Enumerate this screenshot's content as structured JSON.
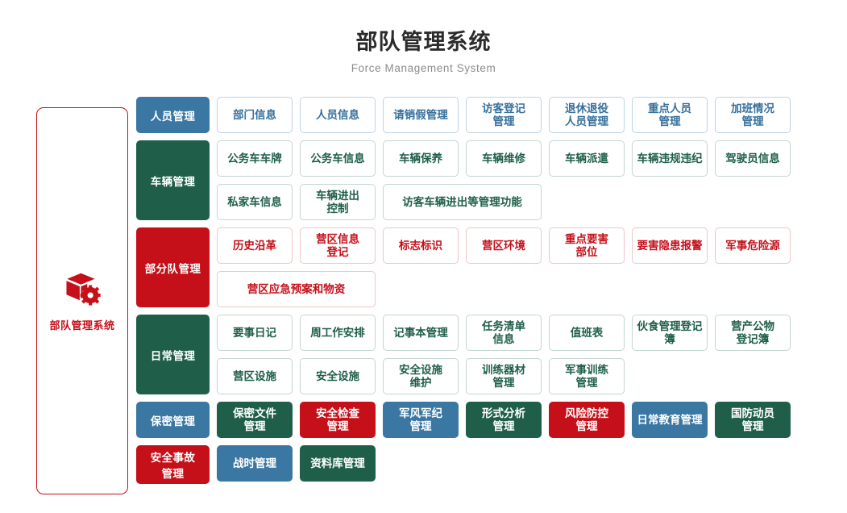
{
  "header": {
    "title": "部队管理系统",
    "subtitle": "Force Management System"
  },
  "brand": {
    "icon": "cube-gear-icon",
    "label": "部队管理系统",
    "border_color": "#c5101a",
    "text_color": "#c5101a"
  },
  "palette": {
    "blue": "#3a77a3",
    "green": "#1f5f4a",
    "red": "#c5101a",
    "blue_outline": "#bcd4e4",
    "green_outline": "#c3d6cf",
    "red_outline": "#f0c4c7"
  },
  "sections": [
    {
      "head": "人员管理",
      "head_color": "#3a77a3",
      "rows": [
        [
          {
            "label": "部门信息",
            "style": "outline-blue"
          },
          {
            "label": "人员信息",
            "style": "outline-blue"
          },
          {
            "label": "请销假管理",
            "style": "outline-blue"
          },
          {
            "label": "访客登记\n管理",
            "style": "outline-blue"
          },
          {
            "label": "退休退役\n人员管理",
            "style": "outline-blue"
          },
          {
            "label": "重点人员\n管理",
            "style": "outline-blue"
          },
          {
            "label": "加班情况\n管理",
            "style": "outline-blue"
          }
        ]
      ]
    },
    {
      "head": "车辆管理",
      "head_color": "#1f5f4a",
      "rows": [
        [
          {
            "label": "公务车车牌",
            "style": "outline-green"
          },
          {
            "label": "公务车信息",
            "style": "outline-green"
          },
          {
            "label": "车辆保养",
            "style": "outline-green"
          },
          {
            "label": "车辆维修",
            "style": "outline-green"
          },
          {
            "label": "车辆派遣",
            "style": "outline-green"
          },
          {
            "label": "车辆违规违纪",
            "style": "outline-green"
          },
          {
            "label": "驾驶员信息",
            "style": "outline-green"
          }
        ],
        [
          {
            "label": "私家车信息",
            "style": "outline-green"
          },
          {
            "label": "车辆进出\n控制",
            "style": "outline-green"
          },
          {
            "label": "访客车辆进出等管理功能",
            "style": "outline-green",
            "span": 2
          }
        ]
      ]
    },
    {
      "head": "部分队管理",
      "head_color": "#c5101a",
      "rows": [
        [
          {
            "label": "历史沿革",
            "style": "outline-red"
          },
          {
            "label": "营区信息\n登记",
            "style": "outline-red"
          },
          {
            "label": "标志标识",
            "style": "outline-red"
          },
          {
            "label": "营区环境",
            "style": "outline-red"
          },
          {
            "label": "重点要害\n部位",
            "style": "outline-red"
          },
          {
            "label": "要害隐患报警",
            "style": "outline-red"
          },
          {
            "label": "军事危险源",
            "style": "outline-red"
          }
        ],
        [
          {
            "label": "营区应急预案和物资",
            "style": "outline-red",
            "span": 2
          }
        ]
      ]
    },
    {
      "head": "日常管理",
      "head_color": "#1f5f4a",
      "rows": [
        [
          {
            "label": "要事日记",
            "style": "outline-green"
          },
          {
            "label": "周工作安排",
            "style": "outline-green"
          },
          {
            "label": "记事本管理",
            "style": "outline-green"
          },
          {
            "label": "任务清单\n信息",
            "style": "outline-green"
          },
          {
            "label": "值班表",
            "style": "outline-green"
          },
          {
            "label": "伙食管理登记簿",
            "style": "outline-green"
          },
          {
            "label": "营产公物\n登记簿",
            "style": "outline-green"
          }
        ],
        [
          {
            "label": "营区设施",
            "style": "outline-green"
          },
          {
            "label": "安全设施",
            "style": "outline-green"
          },
          {
            "label": "安全设施\n维护",
            "style": "outline-green"
          },
          {
            "label": "训练器材\n管理",
            "style": "outline-green"
          },
          {
            "label": "军事训练\n管理",
            "style": "outline-green"
          }
        ]
      ]
    },
    {
      "head": "保密管理",
      "head_color": "#3a77a3",
      "rows": [
        [
          {
            "label": "保密文件\n管理",
            "style": "fill-green"
          },
          {
            "label": "安全检查\n管理",
            "style": "fill-red"
          },
          {
            "label": "军风军纪\n管理",
            "style": "fill-blue"
          },
          {
            "label": "形式分析\n管理",
            "style": "fill-green"
          },
          {
            "label": "风险防控\n管理",
            "style": "fill-red"
          },
          {
            "label": "日常教育管理",
            "style": "fill-blue"
          },
          {
            "label": "国防动员\n管理",
            "style": "fill-green"
          }
        ]
      ]
    },
    {
      "head": "安全事故\n管理",
      "head_color": "#c5101a",
      "rows": [
        [
          {
            "label": "战时管理",
            "style": "fill-blue"
          },
          {
            "label": "资料库管理",
            "style": "fill-green"
          }
        ]
      ]
    }
  ]
}
